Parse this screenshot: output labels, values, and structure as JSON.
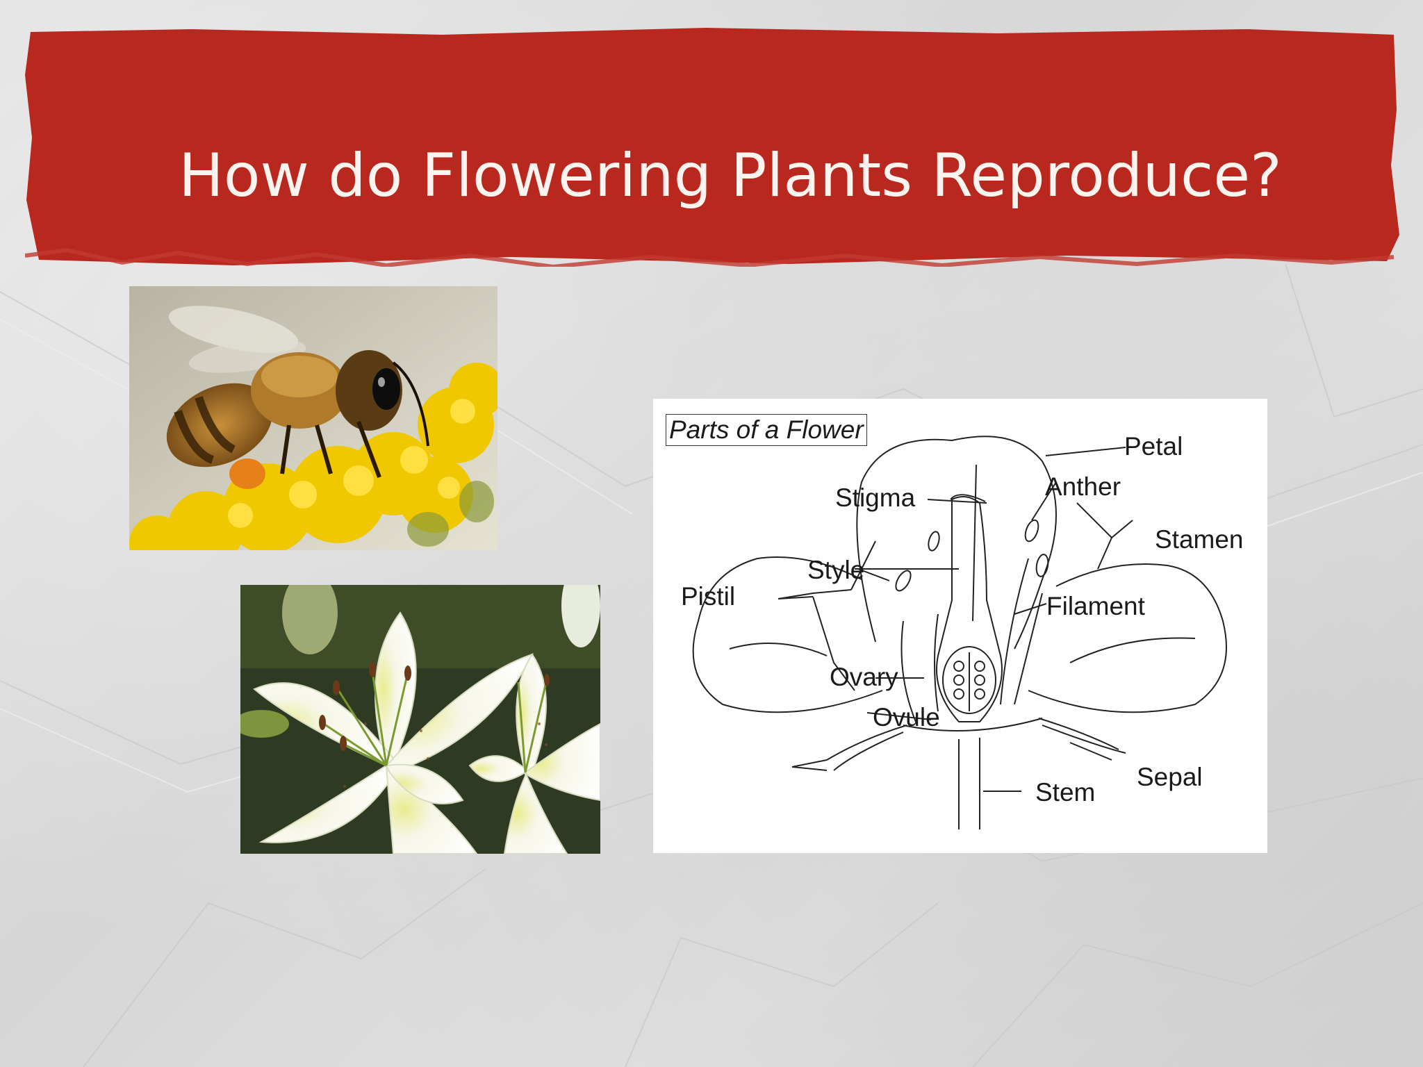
{
  "slide": {
    "title": "How do Flowering Plants Reproduce?",
    "band_color": "#b8281f",
    "title_color": "#fbf3ee"
  },
  "images": {
    "bee": {
      "alt": "Honey bee on yellow flowers",
      "icon": "bee-photo"
    },
    "lily": {
      "alt": "White lily flowers",
      "icon": "lily-photo"
    }
  },
  "diagram": {
    "title": "Parts of a Flower",
    "labels": {
      "petal": "Petal",
      "anther": "Anther",
      "stigma": "Stigma",
      "stamen": "Stamen",
      "style": "Style",
      "pistil": "Pistil",
      "filament": "Filament",
      "ovary": "Ovary",
      "ovule": "Ovule",
      "sepal": "Sepal",
      "stem": "Stem"
    }
  }
}
